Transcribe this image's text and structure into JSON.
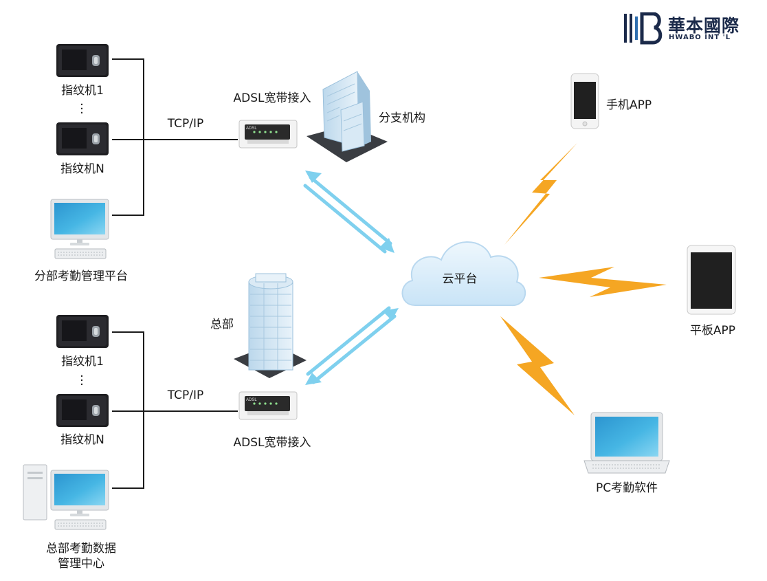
{
  "logo": {
    "text_cn": "華本國際",
    "text_en": "HWABO INT 'L"
  },
  "branch": {
    "fingerprint_1": "指纹机1",
    "fingerprint_n": "指纹机N",
    "tcp": "TCP/IP",
    "adsl": "ADSL宽带接入",
    "building": "分支机构",
    "platform": "分部考勤管理平台"
  },
  "hq": {
    "fingerprint_1": "指纹机1",
    "fingerprint_n": "指纹机N",
    "tcp": "TCP/IP",
    "adsl": "ADSL宽带接入",
    "building": "总部",
    "data_center_line1": "总部考勤数据",
    "data_center_line2": "管理中心"
  },
  "cloud": {
    "label": "云平台"
  },
  "clients": {
    "phone": "手机APP",
    "tablet": "平板APP",
    "pc": "PC考勤软件"
  },
  "device_text": {
    "adsl_brand": "ADSL"
  },
  "colors": {
    "bolt": "#f5a623",
    "arrow": "#7fd0ee",
    "cloud": "#d5ecfb",
    "screen": "#3aa8dc"
  }
}
